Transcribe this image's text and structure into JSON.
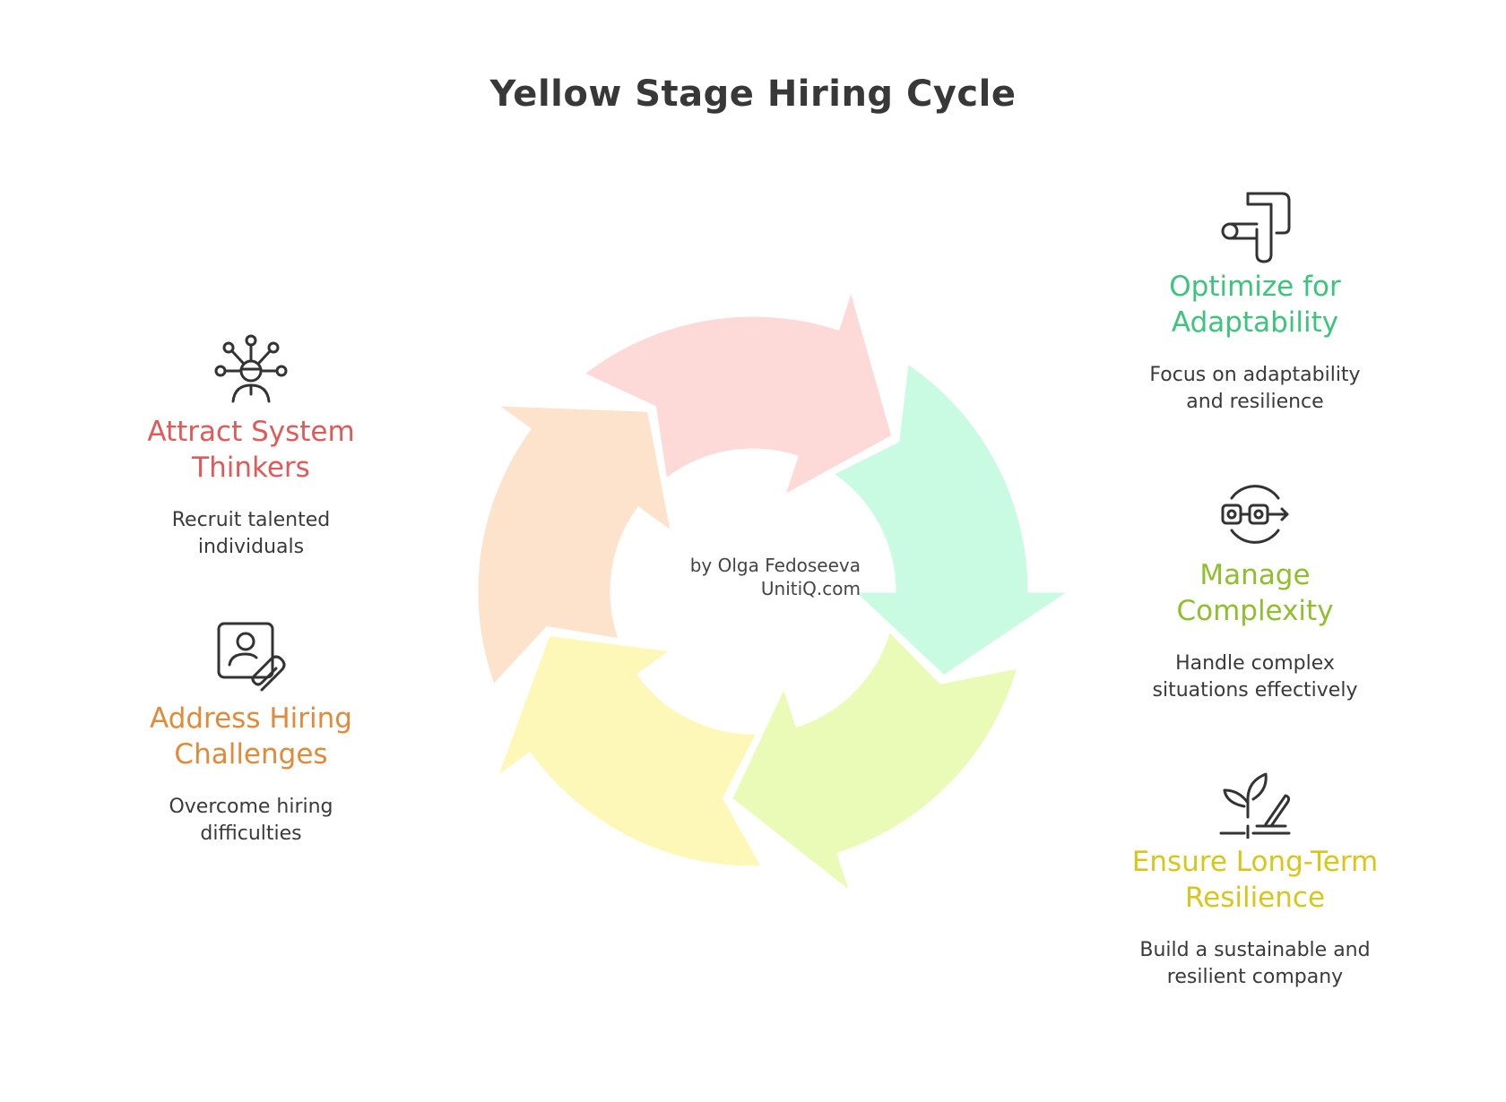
{
  "title": "Yellow Stage Hiring Cycle",
  "credit": {
    "line1": "by Olga Fedoseeva",
    "line2": "UnitiQ.com"
  },
  "stages": [
    {
      "heading": [
        "Attract System",
        "Thinkers"
      ],
      "description": [
        "Recruit talented",
        "individuals"
      ],
      "color": "#e05a5a",
      "arrow_fill": "#fddad8",
      "icon": "people-network-icon"
    },
    {
      "heading": [
        "Optimize for",
        "Adaptability"
      ],
      "description": [
        "Focus on adaptability",
        "and resilience"
      ],
      "color": "#3cc47c",
      "arrow_fill": "#c8fbe2",
      "icon": "pipe-curve-icon"
    },
    {
      "heading": [
        "Manage",
        "Complexity"
      ],
      "description": [
        "Handle complex",
        "situations effectively"
      ],
      "color": "#8fbf2e",
      "arrow_fill": "#eafbb8",
      "icon": "cycle-process-icon"
    },
    {
      "heading": [
        "Ensure Long-Term",
        "Resilience"
      ],
      "description": [
        "Build a sustainable and",
        "resilient company"
      ],
      "color": "#d8c61a",
      "arrow_fill": "#fdf8b8",
      "icon": "sprout-icon"
    },
    {
      "heading": [
        "Address Hiring",
        "Challenges"
      ],
      "description": [
        "Overcome hiring",
        "difficulties"
      ],
      "color": "#e08a3a",
      "arrow_fill": "#fde2cc",
      "icon": "candidate-profile-icon"
    }
  ]
}
